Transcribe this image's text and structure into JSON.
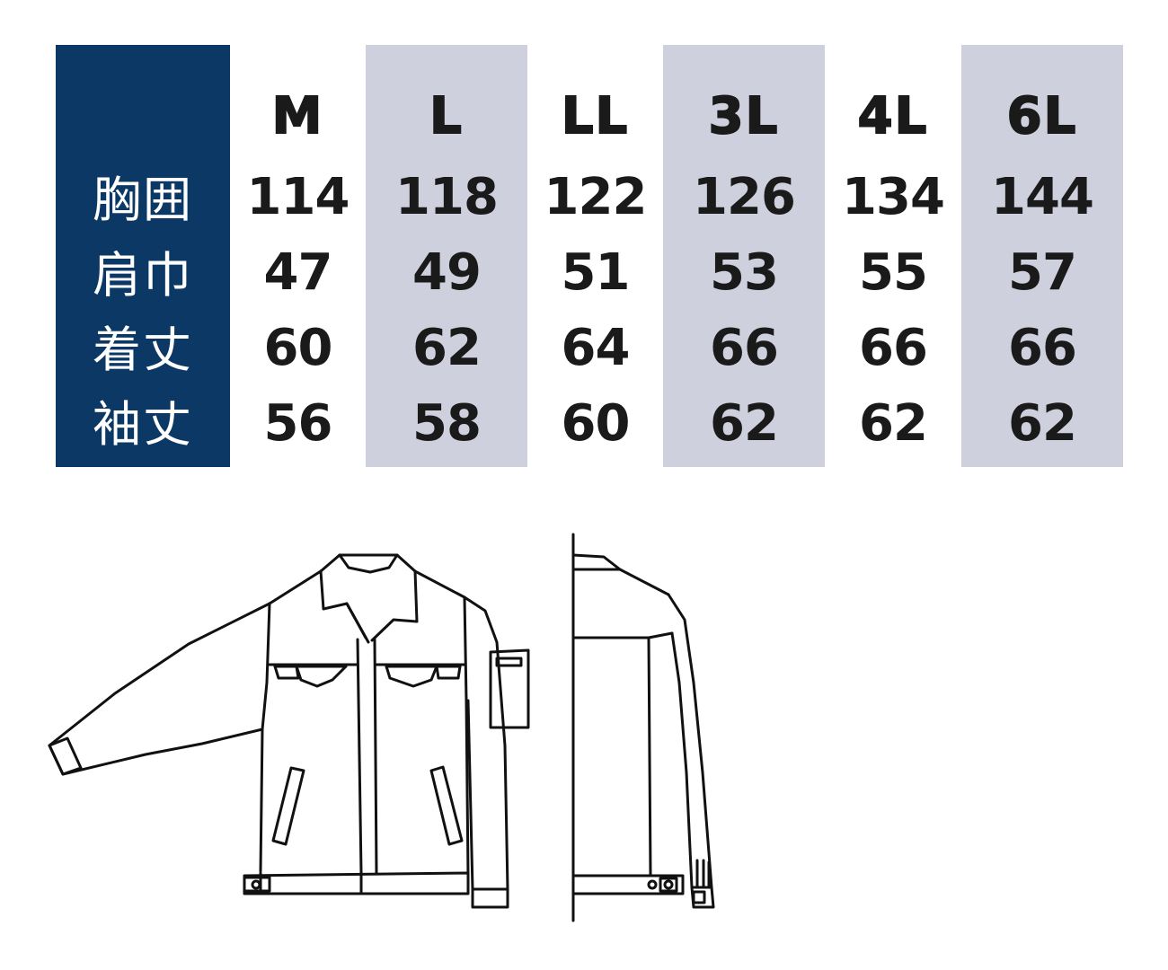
{
  "size_chart": {
    "label_bg_color": "#0c3866",
    "shaded_col_color": "#cfd0de",
    "row_labels": [
      "胸囲",
      "肩巾",
      "着丈",
      "袖丈"
    ],
    "columns": [
      {
        "size": "M",
        "values": [
          "114",
          "47",
          "60",
          "56"
        ],
        "shaded": false
      },
      {
        "size": "L",
        "values": [
          "118",
          "49",
          "62",
          "58"
        ],
        "shaded": true
      },
      {
        "size": "LL",
        "values": [
          "122",
          "51",
          "64",
          "60"
        ],
        "shaded": false
      },
      {
        "size": "3L",
        "values": [
          "126",
          "53",
          "66",
          "62"
        ],
        "shaded": true
      },
      {
        "size": "4L",
        "values": [
          "134",
          "55",
          "66",
          "62"
        ],
        "shaded": false
      },
      {
        "size": "6L",
        "values": [
          "144",
          "57",
          "66",
          "62"
        ],
        "shaded": true
      }
    ]
  },
  "illustration": {
    "front_view_icon": "jacket-front-outline",
    "side_view_icon": "jacket-side-outline"
  }
}
